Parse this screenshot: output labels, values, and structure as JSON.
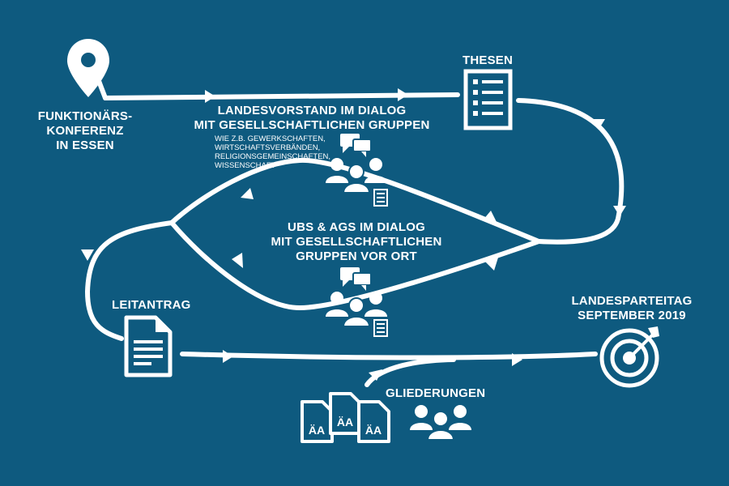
{
  "nodes": {
    "start": {
      "lines": [
        "FUNKTIONÄRS-",
        "KONFERENZ",
        "IN ESSEN"
      ]
    },
    "dialog_top": {
      "lines": [
        "LANDESVORSTAND IM DIALOG",
        "MIT GESELLSCHAFTLICHEN GRUPPEN"
      ],
      "examples": [
        "WIE Z.B. GEWERKSCHAFTEN,",
        "WIRTSCHAFTSVERBÄNDEN,",
        "RELIGIONSGEMEINSCHAFTEN,",
        "WISSENSCHAFT"
      ]
    },
    "thesen": {
      "label": "THESEN"
    },
    "dialog_mid": {
      "lines": [
        "UBs & AGs IM DIALOG",
        "MIT GESELLSCHAFTLICHEN",
        "GRUPPEN VOR ORT"
      ]
    },
    "leitantrag": {
      "label": "LEITANTRAG"
    },
    "parteitag": {
      "lines": [
        "LANDESPARTEITAG",
        "SEPTEMBER 2019"
      ]
    },
    "gliederungen": {
      "label": "GLIEDERUNGEN",
      "doc_labels": [
        "ÄA",
        "ÄA",
        "ÄA"
      ]
    }
  },
  "colors": {
    "background": "#0e5a7f",
    "foreground": "#ffffff"
  },
  "icons": [
    "location-pin-icon",
    "checklist-icon",
    "chat-bubbles-icon",
    "people-group-icon",
    "document-icon",
    "target-icon",
    "amendment-documents-icon"
  ]
}
